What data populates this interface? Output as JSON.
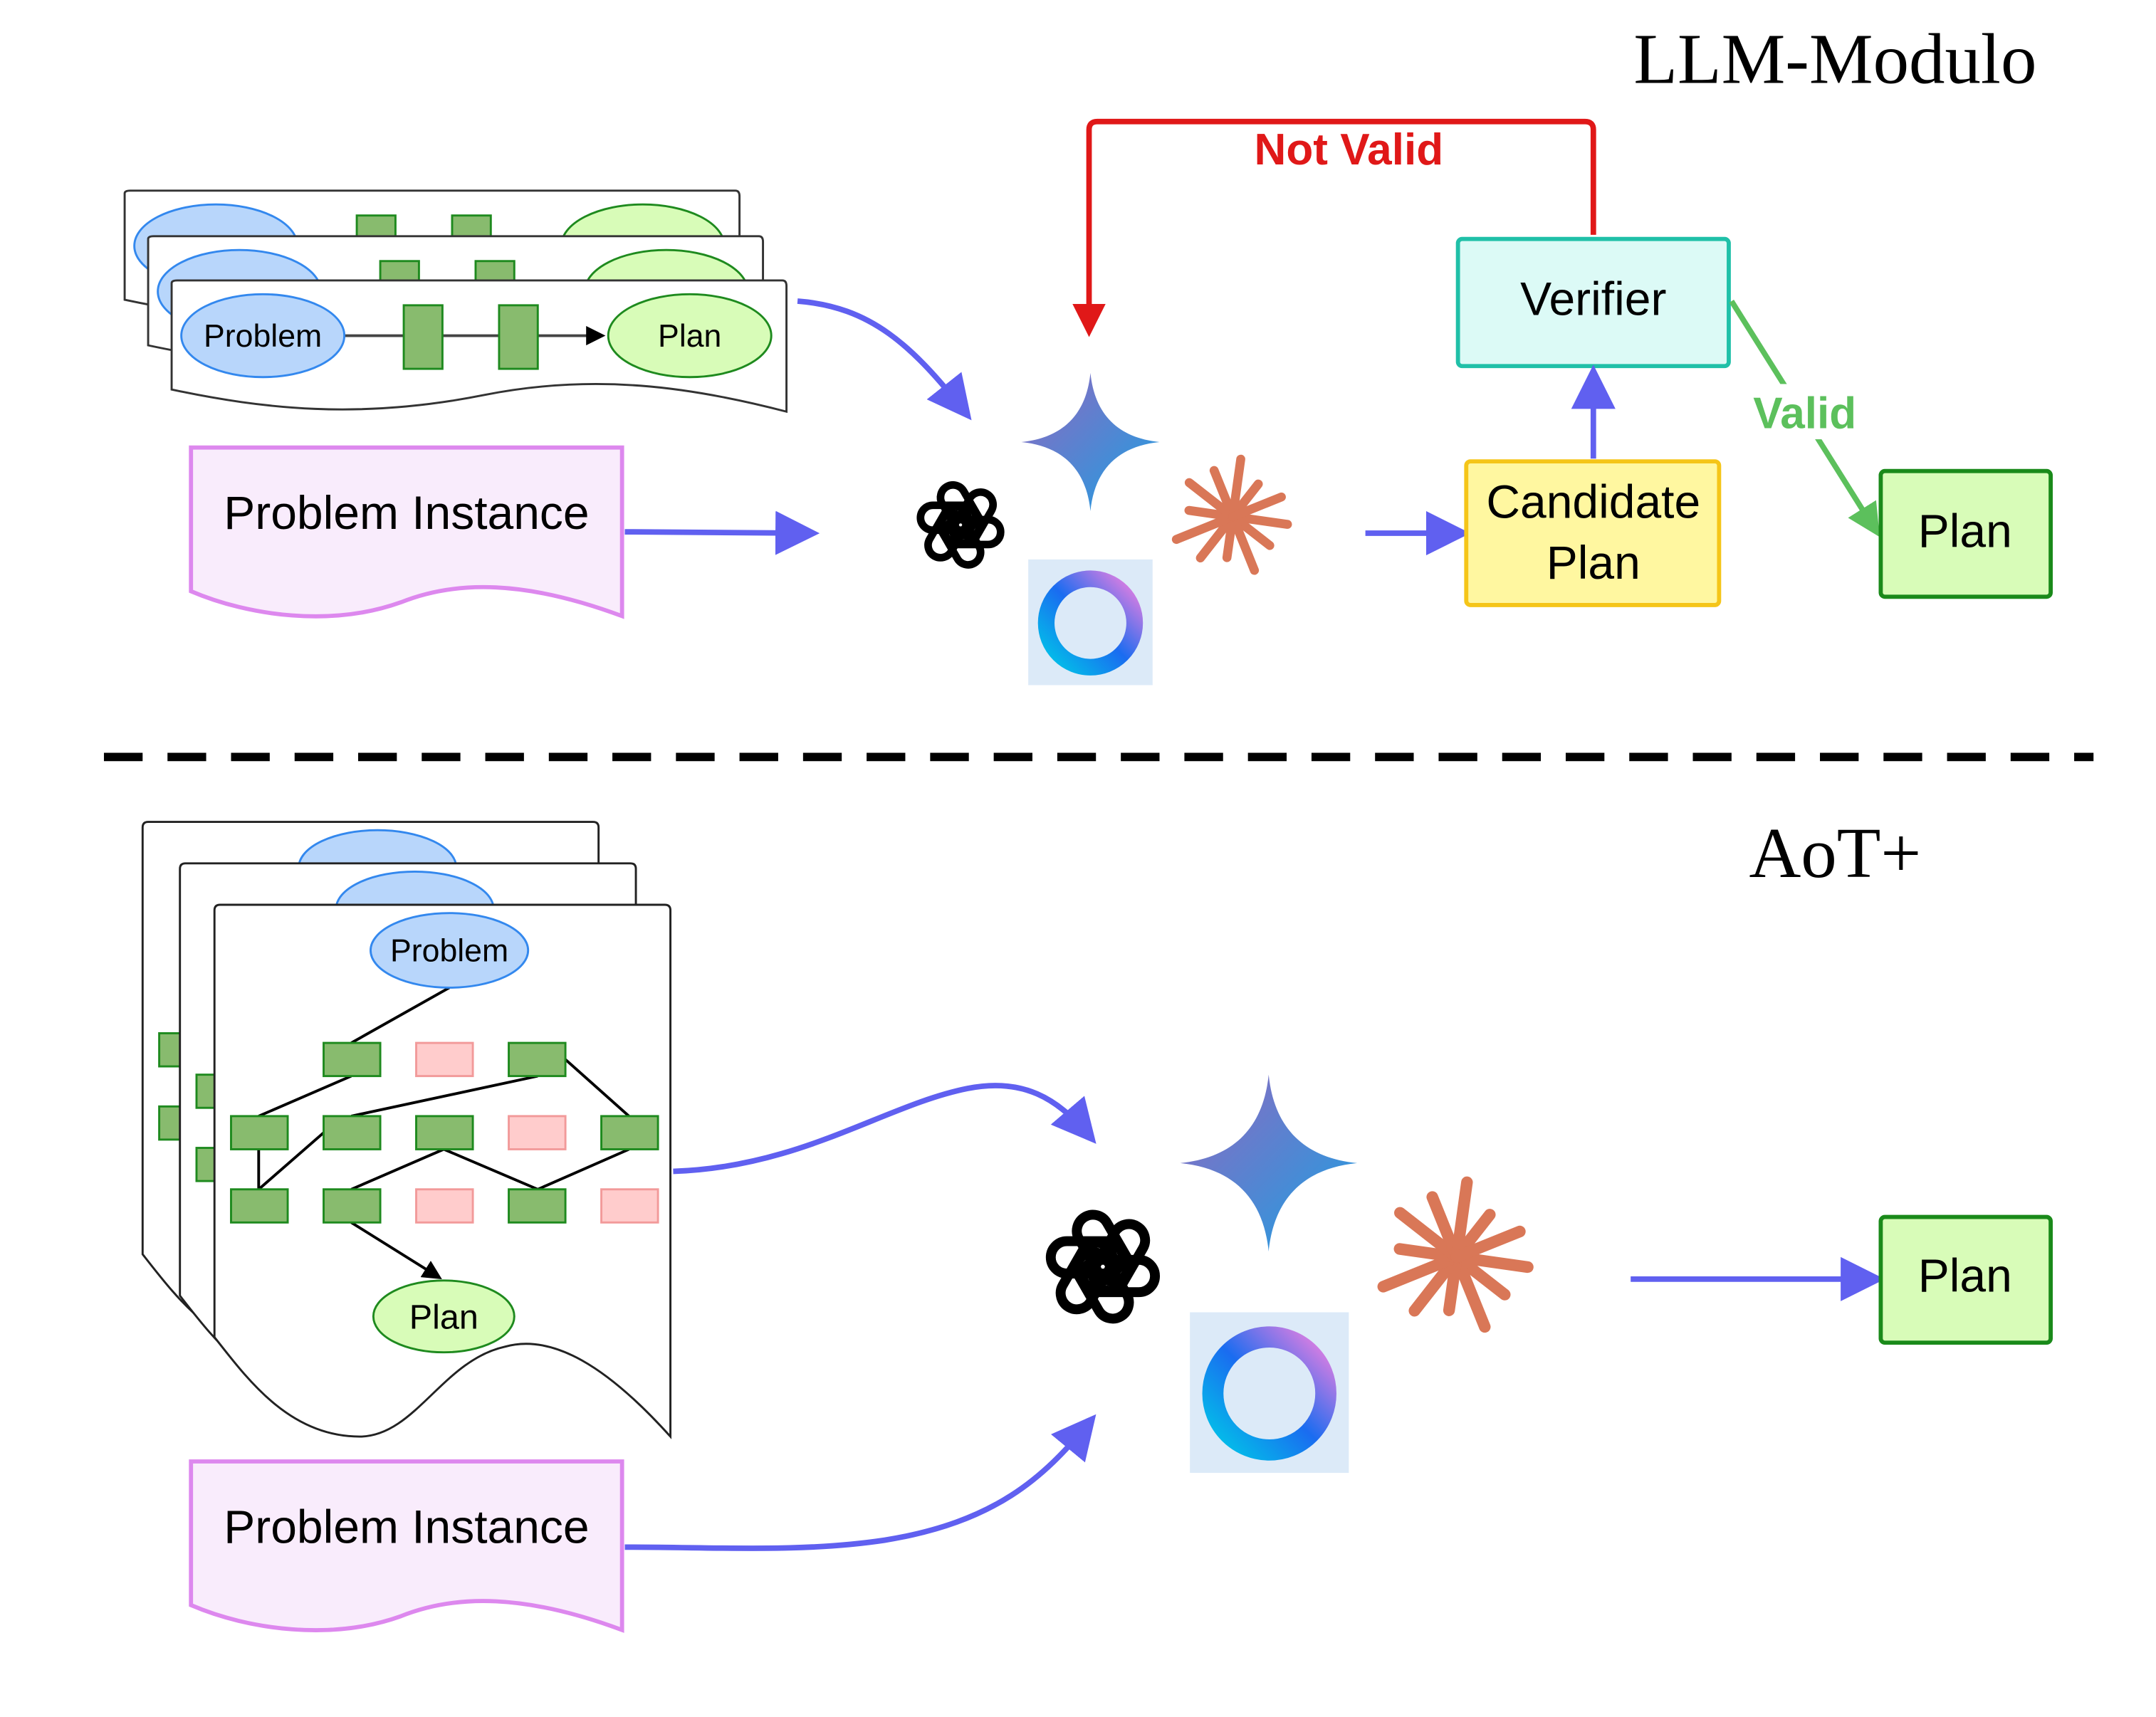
{
  "top": {
    "title": "LLM-Modulo",
    "doc_problem": "Problem",
    "doc_plan": "Plan",
    "problem_instance": "Problem Instance",
    "not_valid": "Not Valid",
    "verifier": "Verifier",
    "candidate_line1": "Candidate",
    "candidate_line2": "Plan",
    "valid": "Valid",
    "plan": "Plan"
  },
  "bottom": {
    "title": "AoT+",
    "doc_problem": "Problem",
    "doc_plan": "Plan",
    "problem_instance": "Problem Instance",
    "plan": "Plan"
  },
  "icons": [
    "openai-logo",
    "gemini-logo",
    "claude-logo",
    "copilot-logo"
  ],
  "colors": {
    "arrow": "#6060f0",
    "not_valid": "#e01818",
    "valid": "#5cc05c",
    "verifier_fill": "#dcfaf6",
    "verifier_stroke": "#20c0a8",
    "candidate_fill": "#fff7a0",
    "candidate_stroke": "#f5c518",
    "plan_fill": "#d8fcb8",
    "plan_stroke": "#1a8a1a",
    "problem_fill": "#b8d6fb",
    "problem_stroke": "#3388ee",
    "step_fill": "#88bb6e",
    "step_stroke": "#1e8a1e",
    "dead_fill": "#ffcccc",
    "dead_stroke": "#f29a9a",
    "instance_fill": "#f9ecfc",
    "instance_stroke": "#dd88ee",
    "claude": "#d97757"
  }
}
